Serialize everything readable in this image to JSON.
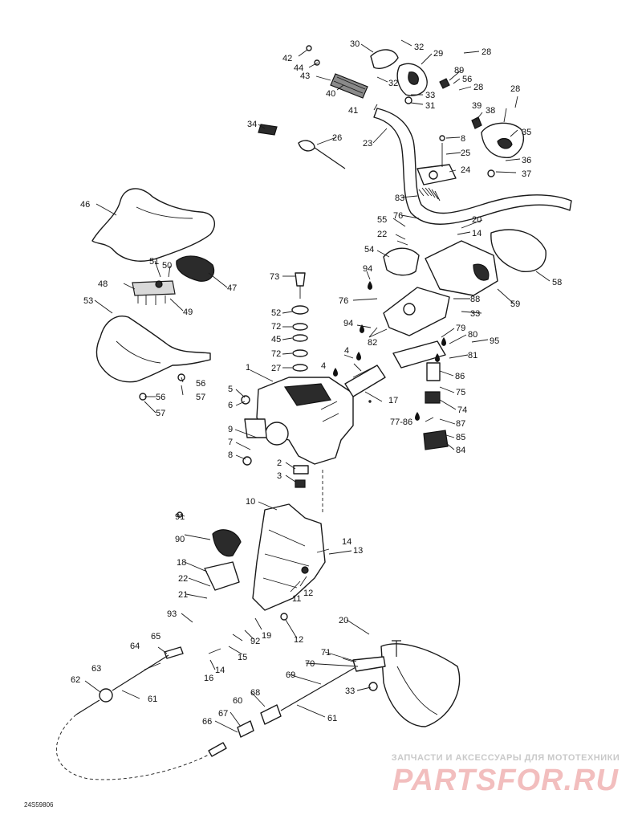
{
  "diagram_code": "24S59806",
  "watermark": {
    "tagline": "ЗАПЧАСТИ И АКСЕССУАРЫ ДЛЯ МОТОТЕХНИКИ",
    "logo": "PARTSFOR.RU",
    "color": "#e88a8a"
  },
  "callouts": {
    "c1": "1",
    "c2": "2",
    "c3": "3",
    "c4a": "4",
    "c4b": "4",
    "c5": "5",
    "c6": "6",
    "c7": "7",
    "c8a": "8",
    "c8b": "8",
    "c9": "9",
    "c10": "10",
    "c11": "11",
    "c12a": "12",
    "c12b": "12",
    "c13": "13",
    "c14a": "14",
    "c14b": "14",
    "c14c": "14",
    "c15": "15",
    "c16": "16",
    "c17": "17",
    "c18": "18",
    "c19": "19",
    "c20a": "20",
    "c20b": "20",
    "c21": "21",
    "c22a": "22",
    "c22b": "22",
    "c23": "23",
    "c24": "24",
    "c25": "25",
    "c26": "26",
    "c27": "27",
    "c28a": "28",
    "c28b": "28",
    "c28c": "28",
    "c29": "29",
    "c30": "30",
    "c31": "31",
    "c32a": "32",
    "c32b": "32",
    "c33a": "33",
    "c33b": "33",
    "c33c": "33",
    "c34": "34",
    "c35": "35",
    "c36": "36",
    "c37": "37",
    "c38": "38",
    "c39": "39",
    "c40": "40",
    "c41": "41",
    "c42": "42",
    "c43": "43",
    "c44": "44",
    "c45": "45",
    "c46": "46",
    "c47": "47",
    "c48": "48",
    "c49": "49",
    "c50": "50",
    "c51": "51",
    "c52": "52",
    "c53": "53",
    "c54": "54",
    "c55": "55",
    "c56a": "56",
    "c56b": "56",
    "c56c": "56",
    "c57a": "57",
    "c57b": "57",
    "c58": "58",
    "c59": "59",
    "c60": "60",
    "c61a": "61",
    "c61b": "61",
    "c62": "62",
    "c63": "63",
    "c64": "64",
    "c65": "65",
    "c66": "66",
    "c67": "67",
    "c68": "68",
    "c69": "69",
    "c70": "70",
    "c71": "71",
    "c72a": "72",
    "c72b": "72",
    "c73": "73",
    "c74": "74",
    "c75": "75",
    "c76a": "76",
    "c76b": "76",
    "c77_86": "77-86",
    "c79": "79",
    "c80": "80",
    "c81": "81",
    "c82": "82",
    "c83": "83",
    "c84": "84",
    "c85": "85",
    "c86": "86",
    "c87": "87",
    "c88": "88",
    "c89": "89",
    "c90": "90",
    "c91": "91",
    "c92": "92",
    "c93": "93",
    "c94a": "94",
    "c94b": "94",
    "c95": "95"
  }
}
